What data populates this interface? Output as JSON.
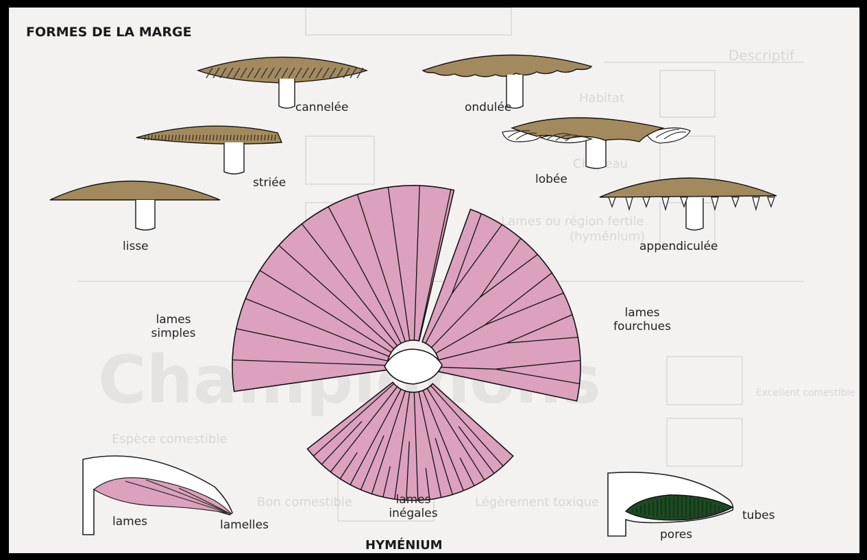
{
  "title_marge": "FORMES DE LA MARGE",
  "title_hymenium": "HYMÉNIUM",
  "marge": {
    "cannelee": "cannelée",
    "ondulee": "ondulée",
    "striee": "striée",
    "lobee": "lobée",
    "lisse": "lisse",
    "appendiculee": "appendiculée"
  },
  "hymenium": {
    "simples": [
      "lames",
      "simples"
    ],
    "fourchues": [
      "lames",
      "fourchues"
    ],
    "inegales": [
      "lames",
      "inégales"
    ],
    "lames": "lames",
    "lamelles": "lamelles",
    "tubes": "tubes",
    "pores": "pores"
  },
  "background_page": {
    "descriptif": "Descriptif",
    "habitat": "Habitat",
    "chapeau": "Chapeau",
    "lames_hymenium": [
      "Lames ou région fertile",
      "(hyménium)"
    ],
    "champignons": "Champignons",
    "espece_comestible": "Espèce comestible",
    "excellent_comestible": "Excellent comestible",
    "bon_comestible": "Bon comestible",
    "legerement_toxique": "Légèrement toxique"
  },
  "colors": {
    "cap": "#a38a5e",
    "gill": "#dca1bd",
    "tubes": "#1d4a22",
    "ink": "#111111"
  }
}
